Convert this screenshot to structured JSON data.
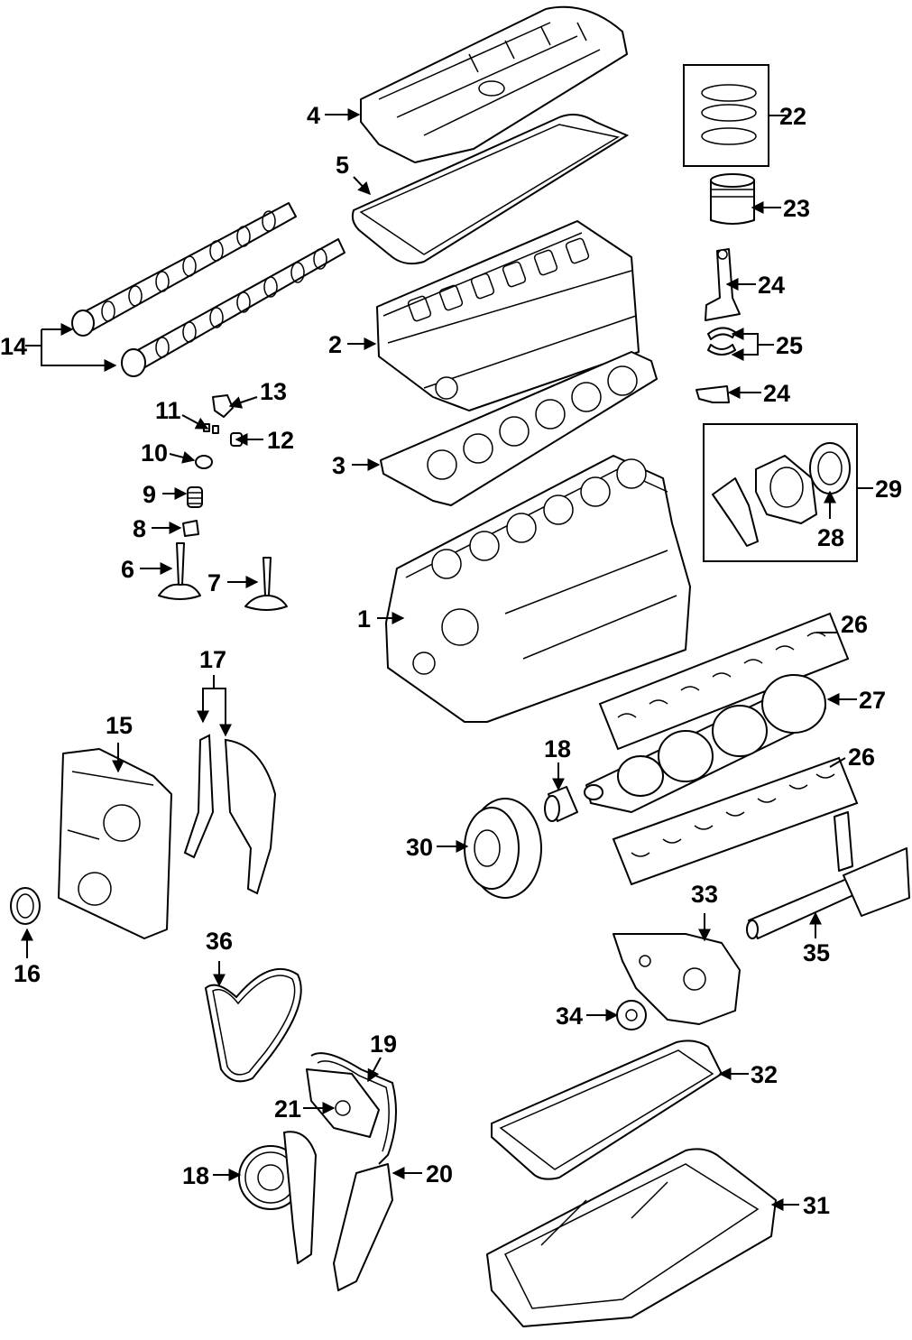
{
  "callouts": [
    {
      "id": "c1",
      "label": "1"
    },
    {
      "id": "c2",
      "label": "2"
    },
    {
      "id": "c3",
      "label": "3"
    },
    {
      "id": "c4",
      "label": "4"
    },
    {
      "id": "c5",
      "label": "5"
    },
    {
      "id": "c6",
      "label": "6"
    },
    {
      "id": "c7",
      "label": "7"
    },
    {
      "id": "c8",
      "label": "8"
    },
    {
      "id": "c9",
      "label": "9"
    },
    {
      "id": "c10",
      "label": "10"
    },
    {
      "id": "c11",
      "label": "11"
    },
    {
      "id": "c12",
      "label": "12"
    },
    {
      "id": "c13",
      "label": "13"
    },
    {
      "id": "c14",
      "label": "14"
    },
    {
      "id": "c15",
      "label": "15"
    },
    {
      "id": "c16",
      "label": "16"
    },
    {
      "id": "c17",
      "label": "17"
    },
    {
      "id": "c18a",
      "label": "18"
    },
    {
      "id": "c18b",
      "label": "18"
    },
    {
      "id": "c19",
      "label": "19"
    },
    {
      "id": "c20",
      "label": "20"
    },
    {
      "id": "c21",
      "label": "21"
    },
    {
      "id": "c22",
      "label": "22"
    },
    {
      "id": "c23",
      "label": "23"
    },
    {
      "id": "c24a",
      "label": "24"
    },
    {
      "id": "c24b",
      "label": "24"
    },
    {
      "id": "c25",
      "label": "25"
    },
    {
      "id": "c26a",
      "label": "26"
    },
    {
      "id": "c26b",
      "label": "26"
    },
    {
      "id": "c27",
      "label": "27"
    },
    {
      "id": "c28",
      "label": "28"
    },
    {
      "id": "c29",
      "label": "29"
    },
    {
      "id": "c30",
      "label": "30"
    },
    {
      "id": "c31",
      "label": "31"
    },
    {
      "id": "c32",
      "label": "32"
    },
    {
      "id": "c33",
      "label": "33"
    },
    {
      "id": "c34",
      "label": "34"
    },
    {
      "id": "c35",
      "label": "35"
    },
    {
      "id": "c36",
      "label": "36"
    }
  ]
}
